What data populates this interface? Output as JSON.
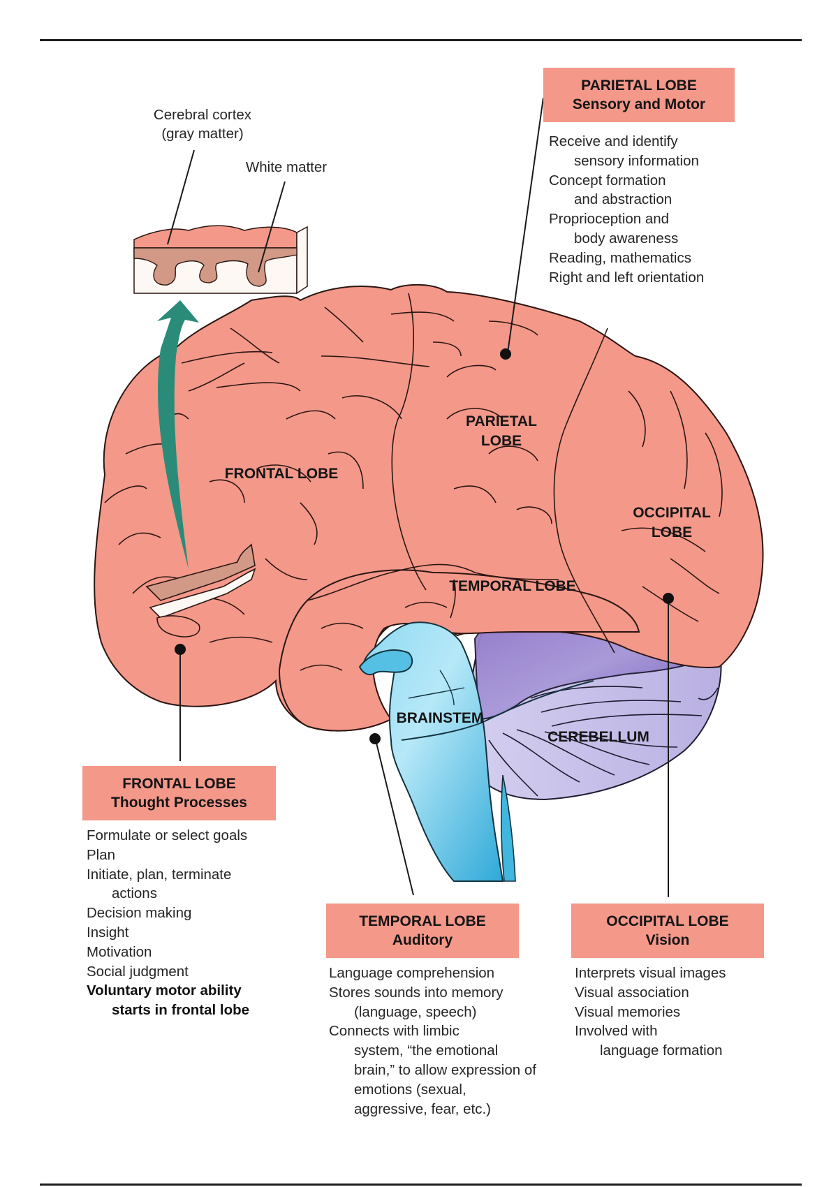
{
  "colors": {
    "cortex_fill": "#f4988a",
    "cortex_line": "#3a1a14",
    "callout_fill": "#f4988a",
    "brainstem": "#41b7df",
    "cerebellum": "#c9c3e8",
    "cerebellum_dark": "#8e7ac9",
    "arrow": "#2a8c78",
    "gray_matter": "#d29a86",
    "white_matter": "#fdf8f4"
  },
  "inset": {
    "cortex_label_line1": "Cerebral cortex",
    "cortex_label_line2": "(gray matter)",
    "white_matter_label": "White matter"
  },
  "brain_labels": {
    "frontal": "FRONTAL LOBE",
    "parietal_line1": "PARIETAL",
    "parietal_line2": "LOBE",
    "occipital_line1": "OCCIPITAL",
    "occipital_line2": "LOBE",
    "temporal": "TEMPORAL LOBE",
    "brainstem": "BRAINSTEM",
    "cerebellum": "CEREBELLUM"
  },
  "callouts": {
    "parietal": {
      "title": "PARIETAL LOBE",
      "subtitle": "Sensory and Motor",
      "items": [
        {
          "text": "Receive and identify",
          "cont": "sensory information"
        },
        {
          "text": "Concept formation",
          "cont": "and abstraction"
        },
        {
          "text": "Proprioception and",
          "cont": "body awareness"
        },
        {
          "text": "Reading, mathematics",
          "cont": ""
        },
        {
          "text": "Right and left orientation",
          "cont": ""
        }
      ]
    },
    "frontal": {
      "title": "FRONTAL LOBE",
      "subtitle": "Thought Processes",
      "items": [
        {
          "text": "Formulate or select goals",
          "cont": ""
        },
        {
          "text": "Plan",
          "cont": ""
        },
        {
          "text": "Initiate, plan, terminate",
          "cont": "actions"
        },
        {
          "text": "Decision making",
          "cont": ""
        },
        {
          "text": "Insight",
          "cont": ""
        },
        {
          "text": "Motivation",
          "cont": ""
        },
        {
          "text": "Social judgment",
          "cont": ""
        },
        {
          "text": "Voluntary motor ability",
          "cont": "starts in frontal lobe",
          "bold": true
        }
      ]
    },
    "temporal": {
      "title": "TEMPORAL LOBE",
      "subtitle": "Auditory",
      "items": [
        {
          "text": "Language comprehension",
          "cont": ""
        },
        {
          "text": "Stores sounds into memory",
          "cont": "(language, speech)"
        },
        {
          "text": "Connects with limbic",
          "cont": "system, “the emotional brain,” to allow expression of emotions (sexual, aggressive, fear, etc.)"
        }
      ]
    },
    "occipital": {
      "title": "OCCIPITAL LOBE",
      "subtitle": "Vision",
      "items": [
        {
          "text": "Interprets visual images",
          "cont": ""
        },
        {
          "text": "Visual association",
          "cont": ""
        },
        {
          "text": "Visual memories",
          "cont": ""
        },
        {
          "text": "Involved with",
          "cont": "language formation"
        }
      ]
    }
  }
}
